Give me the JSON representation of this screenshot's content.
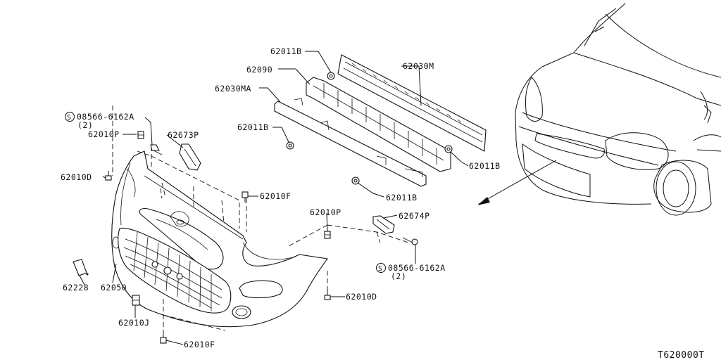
{
  "diagram_id": "T620000T",
  "labels": {
    "p62011B_a": "62011B",
    "p62090": "62090",
    "p62030M": "62030M",
    "p62030MA": "62030MA",
    "p62011B_b": "62011B",
    "p62011B_c": "62011B",
    "p62011B_d": "62011B",
    "screw_top": "08566-6162A",
    "screw_top_qty": "(2)",
    "p62010P_a": "62010P",
    "p62673P": "62673P",
    "p62010D_a": "62010D",
    "p62010F_a": "62010F",
    "p62010P_b": "62010P",
    "p62674P": "62674P",
    "screw_bot": "08566-6162A",
    "screw_bot_qty": "(2)",
    "p62228": "62228",
    "p62050": "62050",
    "p62010D_b": "62010D",
    "p62010J": "62010J",
    "p62010F_b": "62010F"
  },
  "symbols": {
    "screw_symbol": "S"
  }
}
